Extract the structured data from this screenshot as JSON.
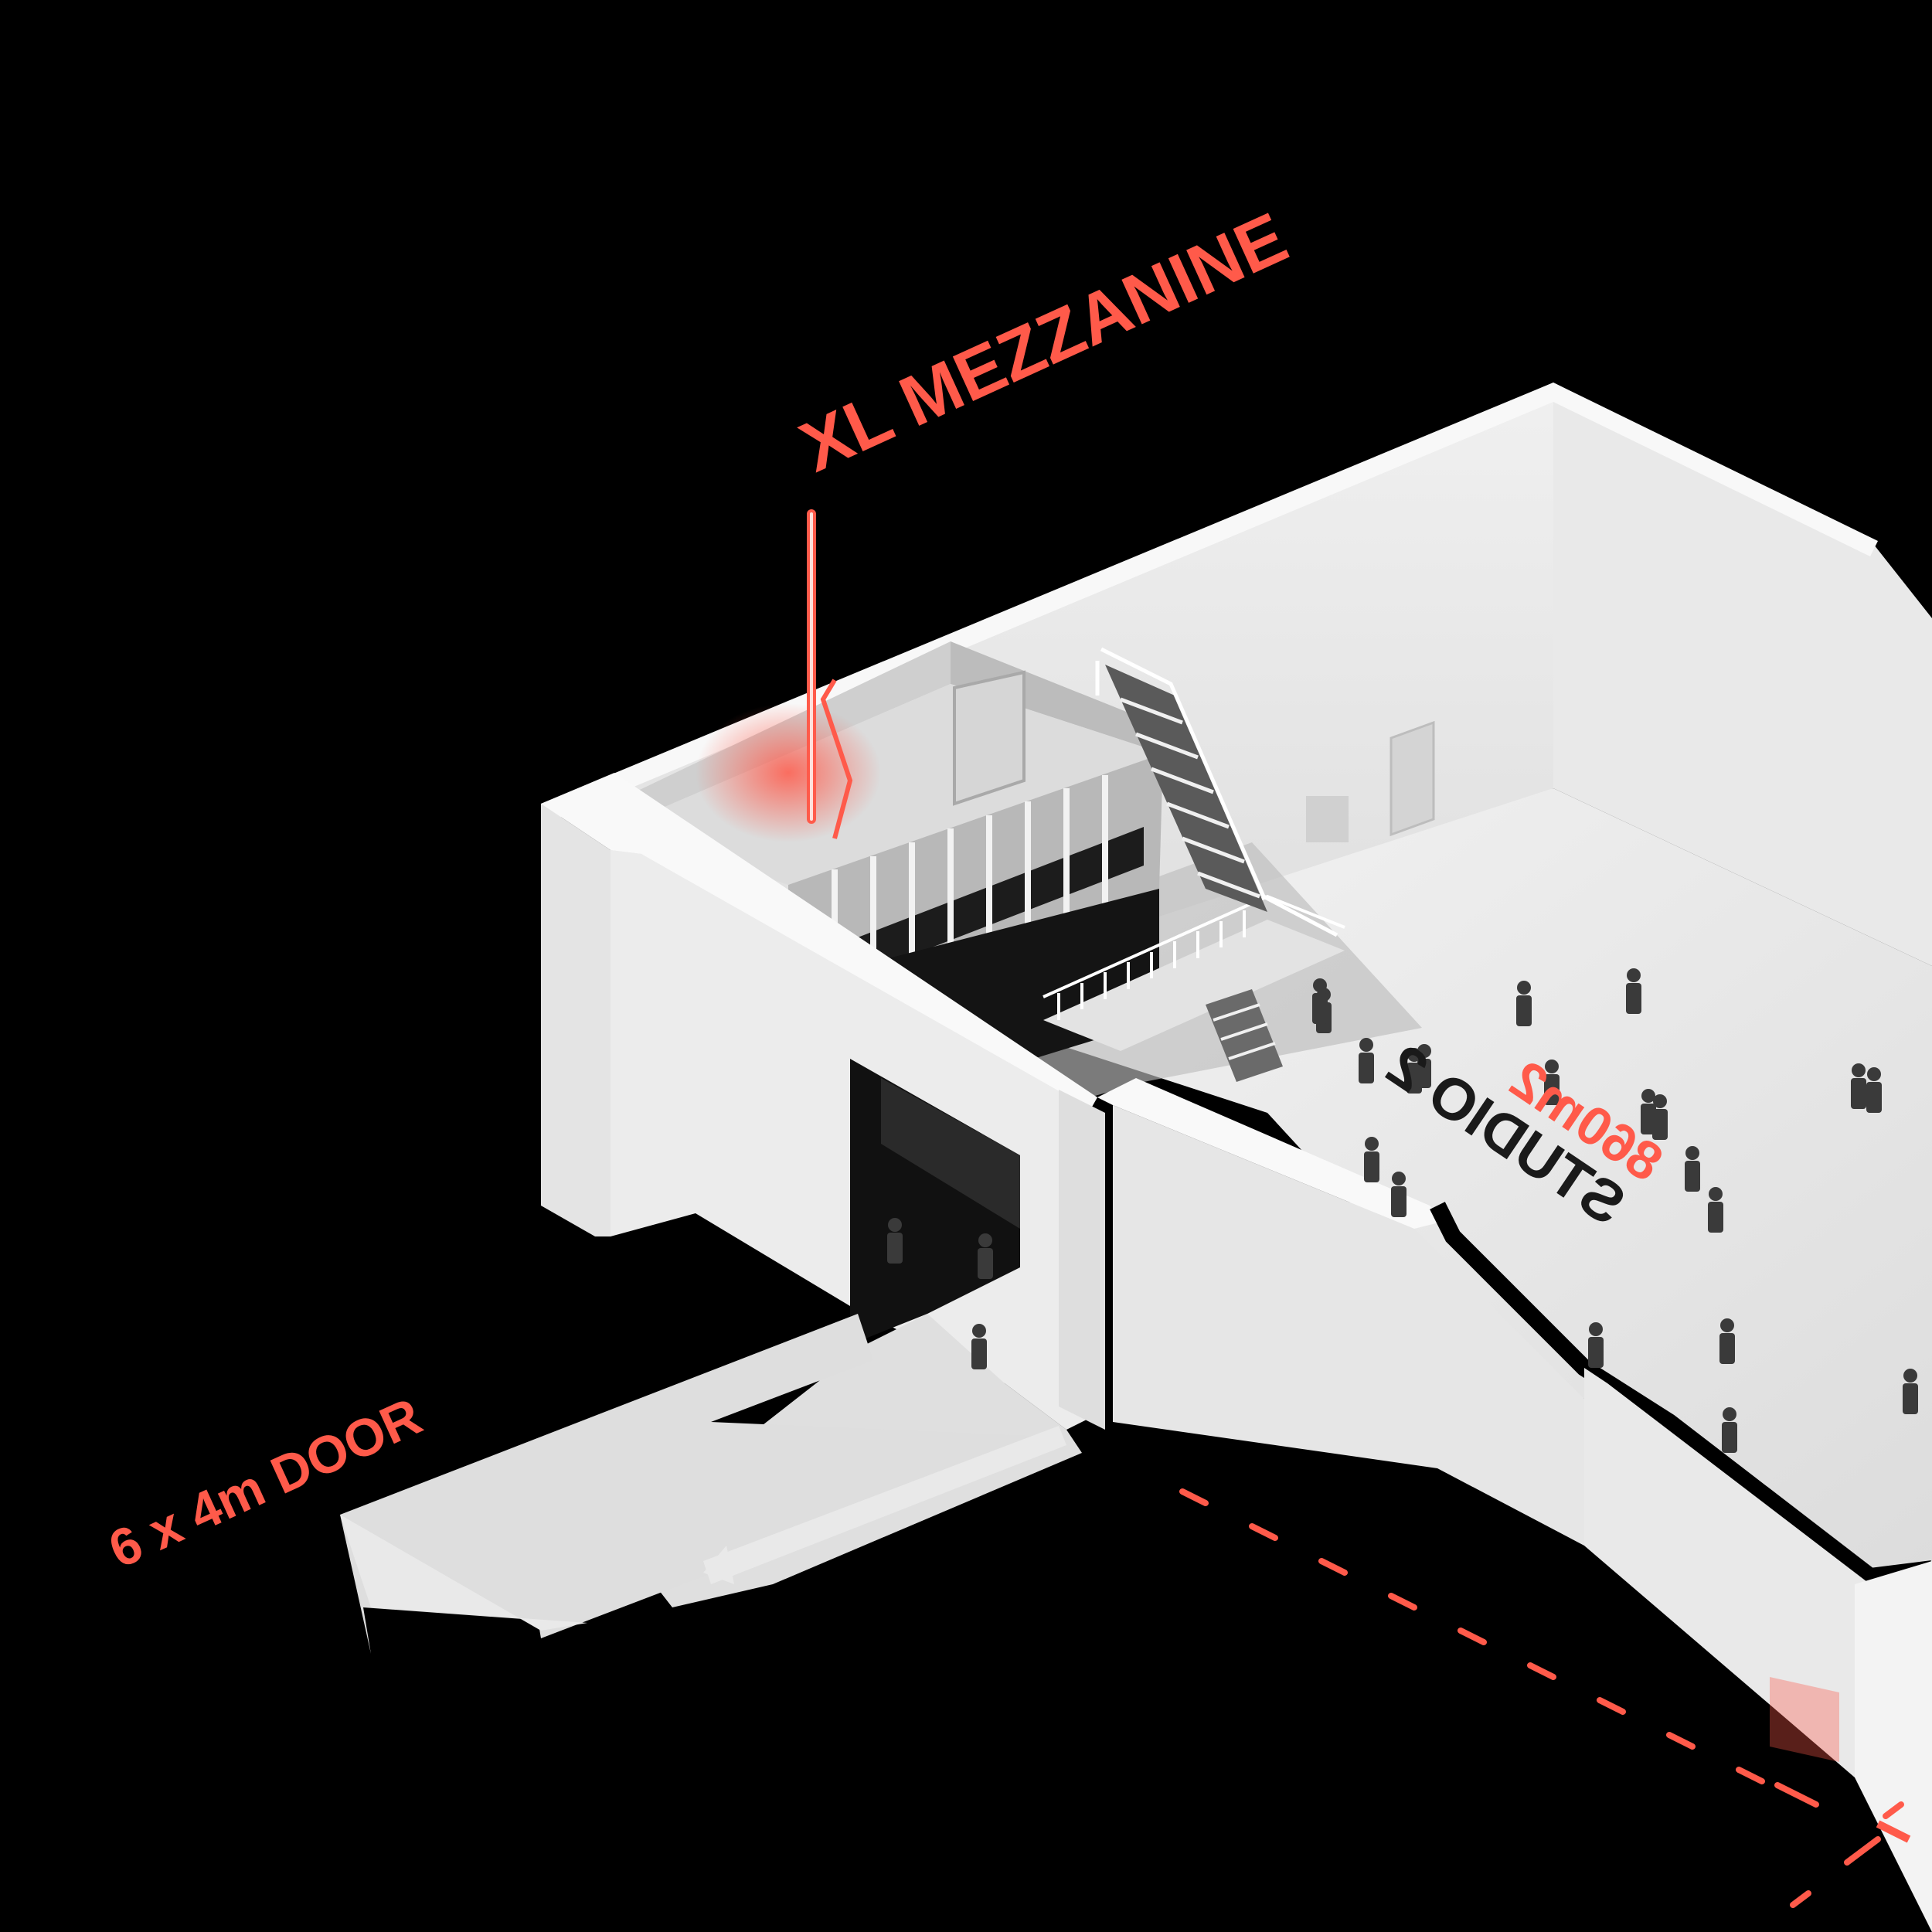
{
  "colors": {
    "background": "#000000",
    "accent": "#ff5a4a",
    "wall_light": "#f1f1f1",
    "wall_mid": "#dedede",
    "wall_shadow": "#c6c6c6",
    "floor": "#e6e6e6",
    "interior_dark": "#1a1a1a",
    "figure": "#3a3a3a"
  },
  "labels": {
    "mezzanine": "XL MEZZANINE",
    "door": "6 x 4m DOOR",
    "studio_name": "STUDIO 2",
    "studio_area": "860m2"
  },
  "icons": {
    "door_arrow": "arrow-left-down-icon",
    "mezzanine_marker": "vertical-line-marker-icon"
  }
}
